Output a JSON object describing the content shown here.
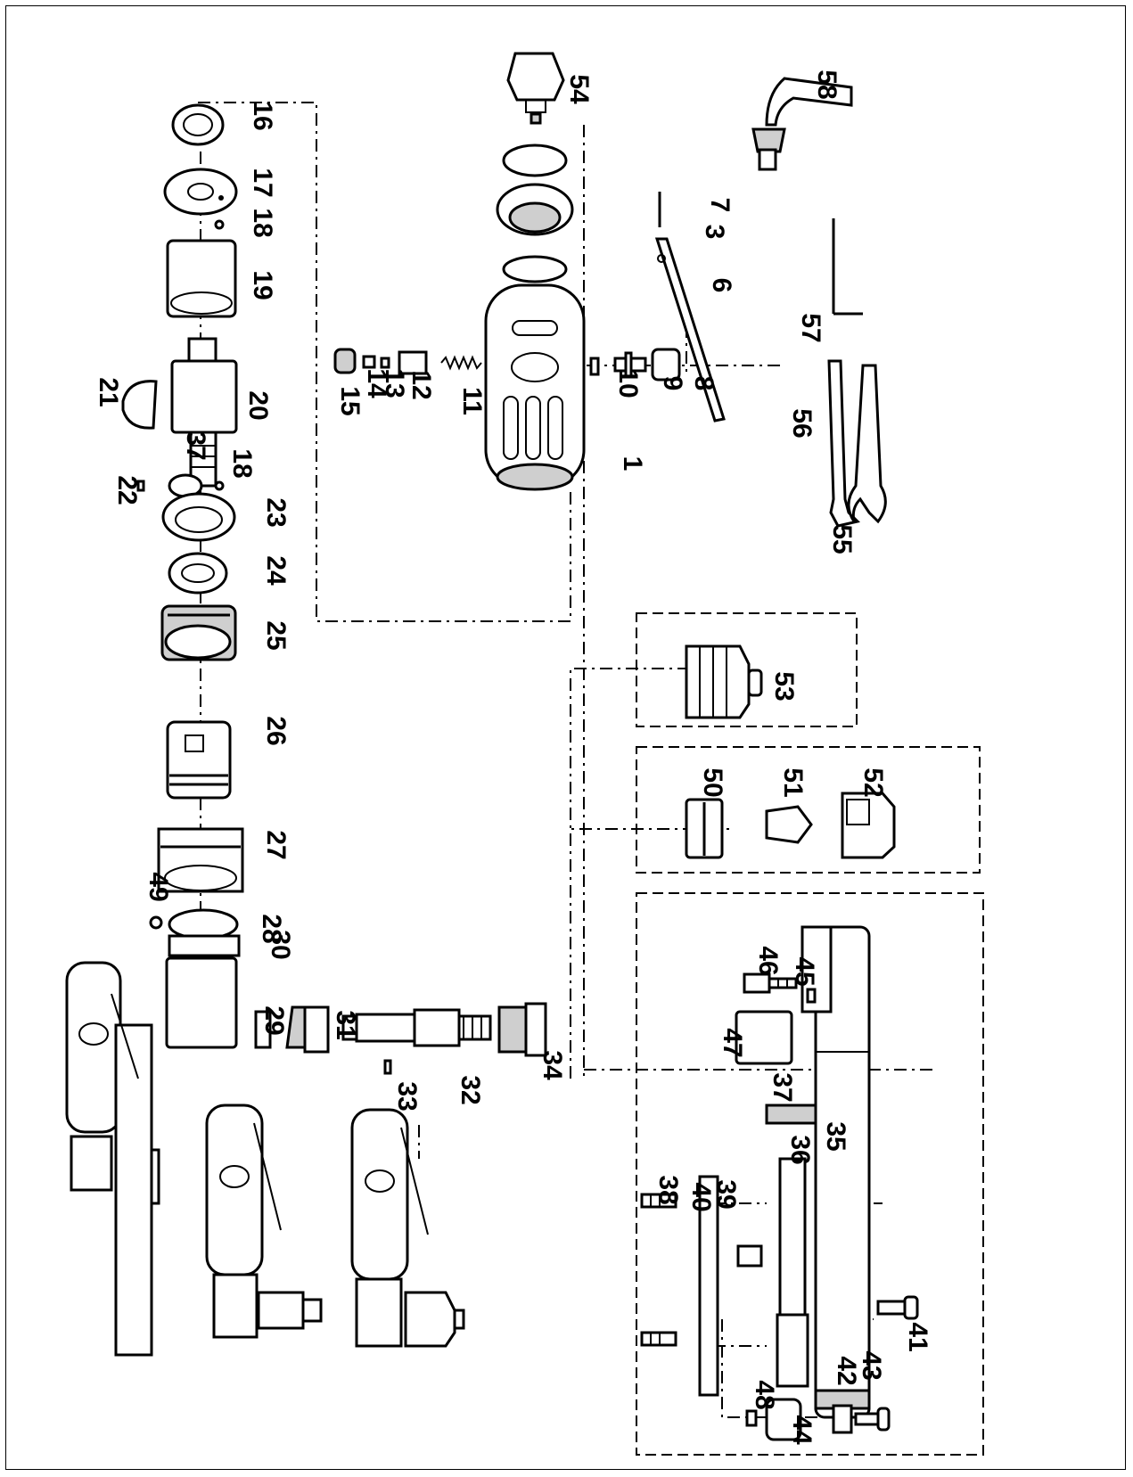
{
  "figure": {
    "labels": [
      "1",
      "3",
      "6",
      "7",
      "8",
      "9",
      "10",
      "11",
      "12",
      "13",
      "14",
      "15",
      "16",
      "17",
      "18",
      "18",
      "19",
      "20",
      "21",
      "22",
      "23",
      "24",
      "25",
      "26",
      "27",
      "28",
      "29",
      "30",
      "31",
      "32",
      "33",
      "34",
      "35",
      "36",
      "37",
      "37",
      "38",
      "39",
      "40",
      "41",
      "42",
      "43",
      "44",
      "45",
      "46",
      "47",
      "48",
      "49",
      "50",
      "51",
      "52",
      "53",
      "54",
      "55",
      "56",
      "57",
      "58"
    ]
  }
}
